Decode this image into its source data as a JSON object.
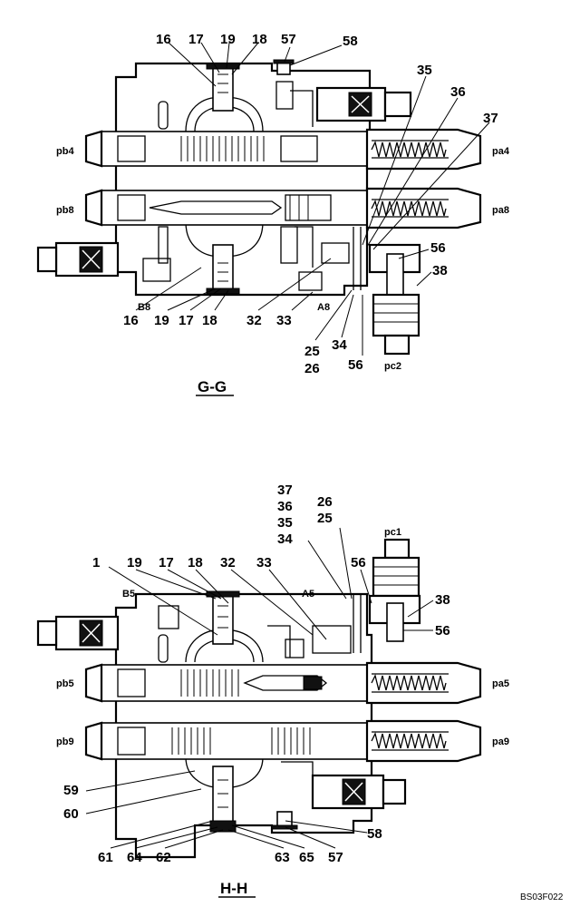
{
  "views": {
    "gg": {
      "title": "G-G",
      "ports": {
        "pb4": "pb4",
        "pb8": "pb8",
        "pa4": "pa4",
        "pa8": "pa8",
        "b8": "B8",
        "a8": "A8",
        "pc2": "pc2"
      },
      "callouts": [
        "16",
        "17",
        "19",
        "18",
        "57",
        "58",
        "35",
        "36",
        "37",
        "56",
        "38",
        "16",
        "19",
        "17",
        "18",
        "32",
        "33",
        "25",
        "26",
        "34",
        "56"
      ]
    },
    "hh": {
      "title": "H-H",
      "ports": {
        "b5": "B5",
        "a5": "A5",
        "pb5": "pb5",
        "pb9": "pb9",
        "pa5": "pa5",
        "pa9": "pa9",
        "pc1": "pc1"
      },
      "callouts": [
        "37",
        "36",
        "35",
        "34",
        "26",
        "25",
        "1",
        "19",
        "17",
        "18",
        "32",
        "33",
        "56",
        "38",
        "56",
        "59",
        "60",
        "58",
        "61",
        "64",
        "62",
        "63",
        "65",
        "57"
      ]
    }
  },
  "figure_code": "BS03F022"
}
